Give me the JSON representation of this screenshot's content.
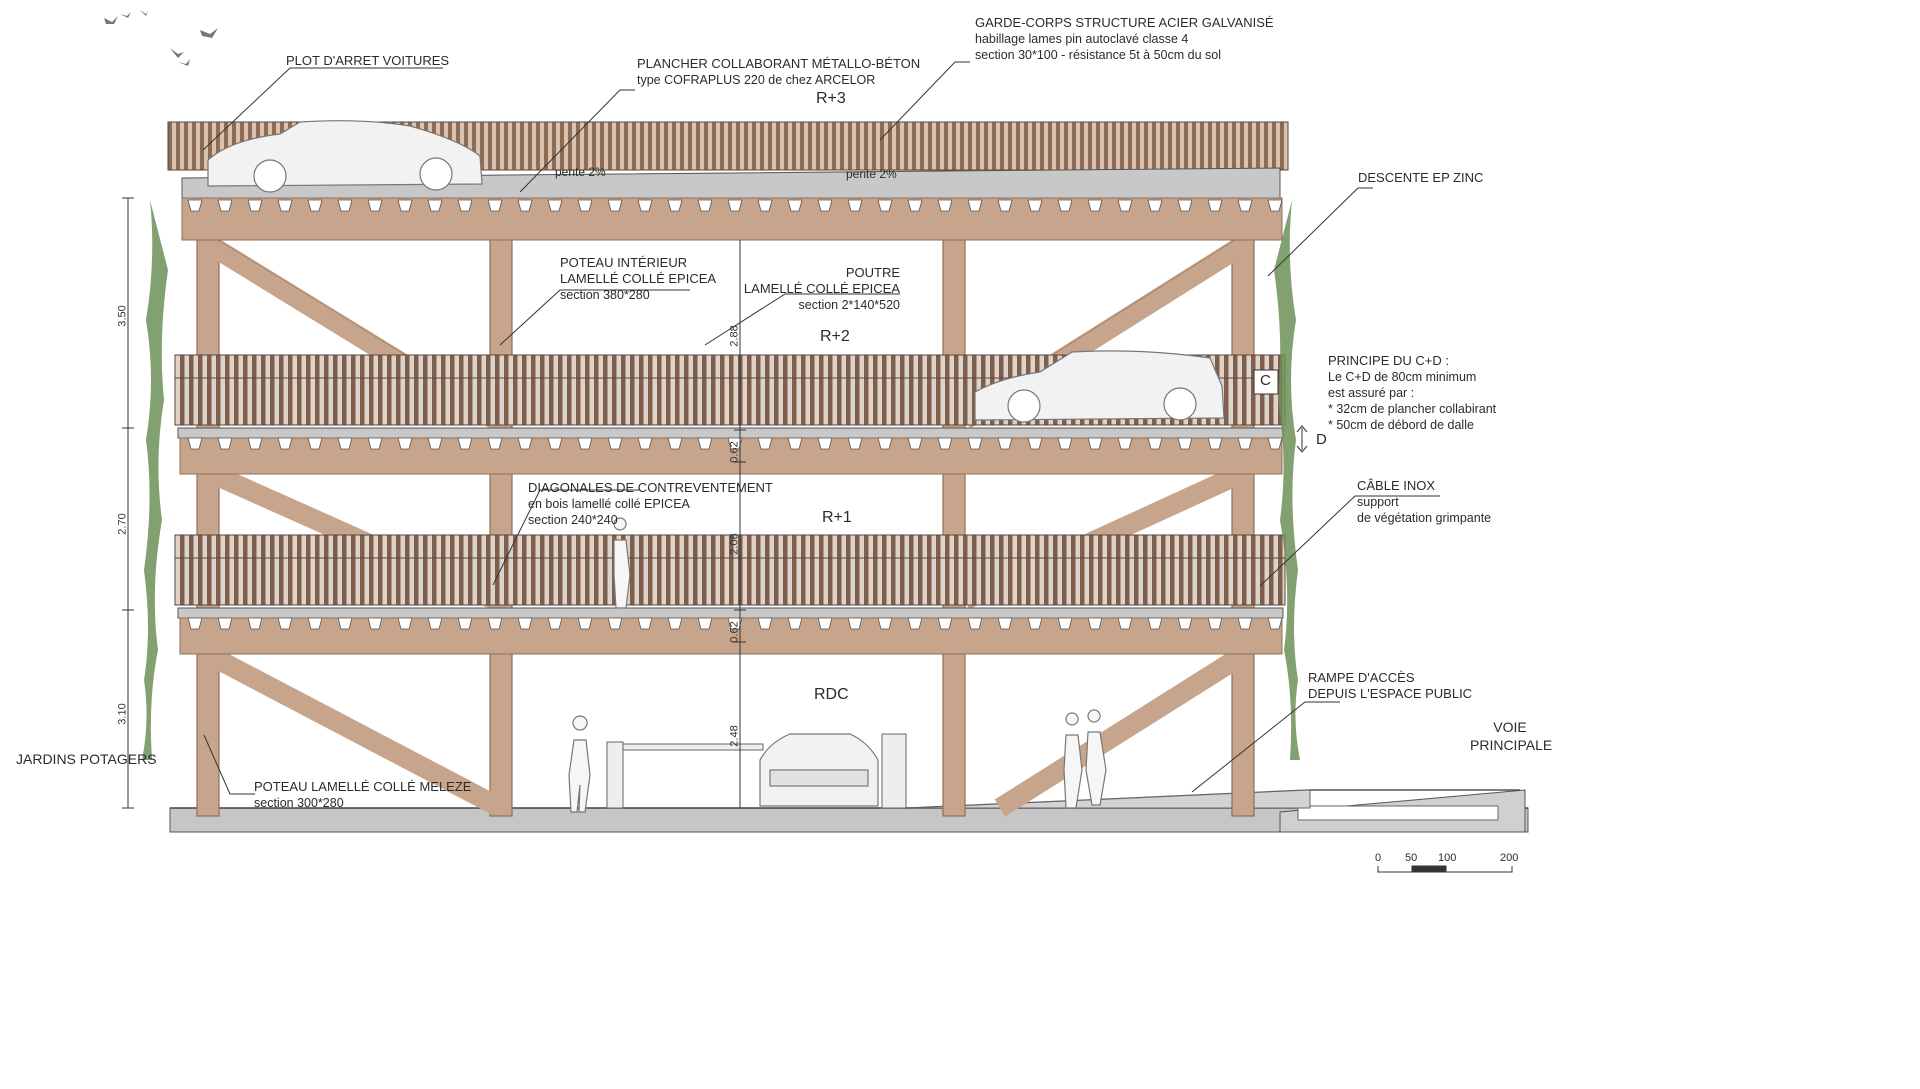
{
  "levels": {
    "r3": "R+3",
    "r2": "R+2",
    "r1": "R+1",
    "rdc": "RDC"
  },
  "slope": {
    "left": "pente 2%",
    "right": "pente 2%"
  },
  "labels": {
    "plot": "PLOT D'ARRET VOITURES",
    "plancher_title": "PLANCHER COLLABORANT MÉTALLO-BÉTON",
    "plancher_sub": "type COFRAPLUS 220 de chez ARCELOR",
    "garde_title": "GARDE-CORPS STRUCTURE ACIER GALVANISÉ",
    "garde_sub1": "habillage lames pin autoclavé classe 4",
    "garde_sub2": "section 30*100 - résistance 5t à 50cm du sol",
    "descente": "DESCENTE EP ZINC",
    "poteau_int_1": "POTEAU INTÉRIEUR",
    "poteau_int_2": "LAMELLÉ COLLÉ EPICEA",
    "poteau_int_3": "section 380*280",
    "poutre_1": "POUTRE",
    "poutre_2": "LAMELLÉ COLLÉ EPICEA",
    "poutre_3": "section 2*140*520",
    "cd_1": "PRINCIPE DU C+D :",
    "cd_2": "Le C+D de 80cm minimum",
    "cd_3": "est assuré par :",
    "cd_4": "* 32cm de plancher collabirant",
    "cd_5": "* 50cm de débord de dalle",
    "c_letter": "C",
    "d_letter": "D",
    "diag_1": "DIAGONALES DE CONTREVENTEMENT",
    "diag_2": "en bois lamellé collé EPICEA",
    "diag_3": "section 240*240",
    "cable_1": "CÂBLE INOX",
    "cable_2": "support",
    "cable_3": "de végétation grimpante",
    "rampe_1": "RAMPE D'ACCÈS",
    "rampe_2": "DEPUIS L'ESPACE PUBLIC",
    "voie_1": "VOIE",
    "voie_2": "PRINCIPALE",
    "jardins": "JARDINS POTAGERS",
    "poteau_mel_1": "POTEAU LAMELLÉ COLLÉ MELEZE",
    "poteau_mel_2": "section 300*280"
  },
  "dimensions": {
    "outer": [
      "3.50",
      "2.70",
      "3.10"
    ],
    "inner": [
      "2.88",
      "0.62",
      "2.08",
      "0.62",
      "2.48"
    ]
  },
  "scale_bar": [
    "0",
    "50",
    "100",
    "200"
  ],
  "colors": {
    "wood": "#c7a58c",
    "wood_dark": "#8f6e57",
    "concrete": "#bdbdbd",
    "plant": "#6d8f57",
    "line": "#333333"
  }
}
